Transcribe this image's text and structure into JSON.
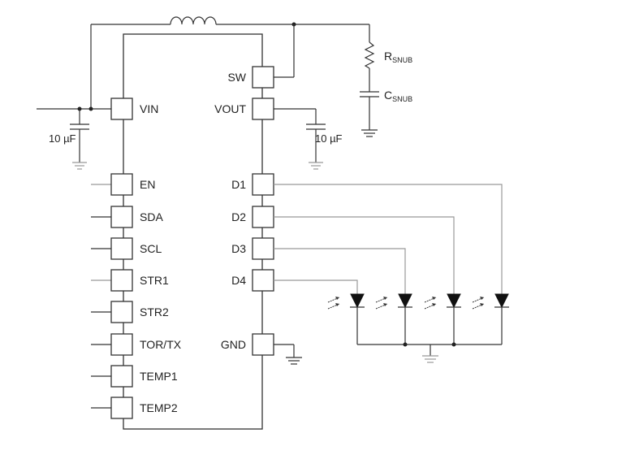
{
  "diagram": {
    "left_pins": [
      "VIN",
      "EN",
      "SDA",
      "SCL",
      "STR1",
      "STR2",
      "TOR/TX",
      "TEMP1",
      "TEMP2"
    ],
    "right_pins": [
      "SW",
      "VOUT",
      "D1",
      "D2",
      "D3",
      "D4",
      "GND"
    ],
    "input_cap_label": "10 µF",
    "output_cap_label": "10 µF",
    "snubber_resistor": {
      "main": "R",
      "sub": "SNUB"
    },
    "snubber_capacitor": {
      "main": "C",
      "sub": "SNUB"
    },
    "led_count": 4
  }
}
